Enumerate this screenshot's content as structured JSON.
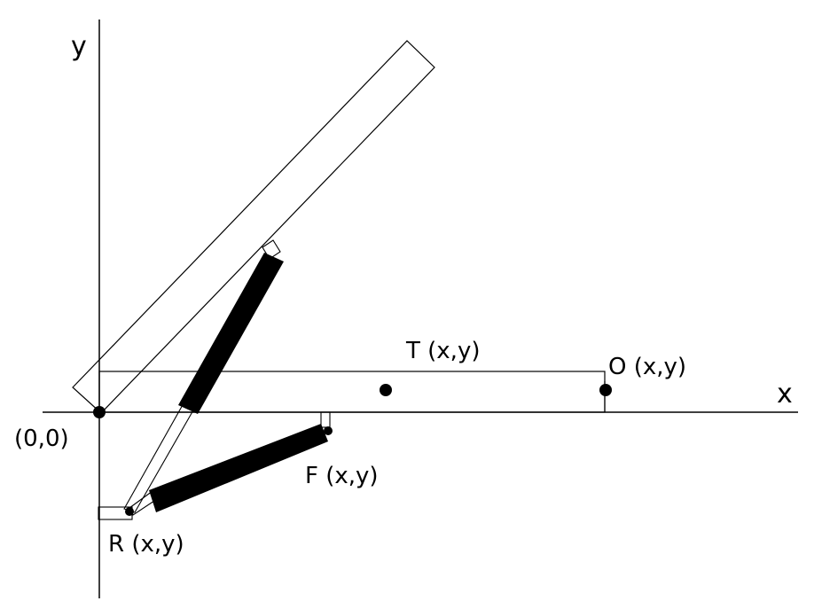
{
  "axes": {
    "x_label": "x",
    "y_label": "y"
  },
  "points": {
    "origin": "(0,0)",
    "T": "T (x,y)",
    "O": "O (x,y)",
    "F": "F (x,y)",
    "R": "R (x,y)"
  },
  "colors": {
    "stroke": "#000000",
    "background": "#ffffff"
  }
}
